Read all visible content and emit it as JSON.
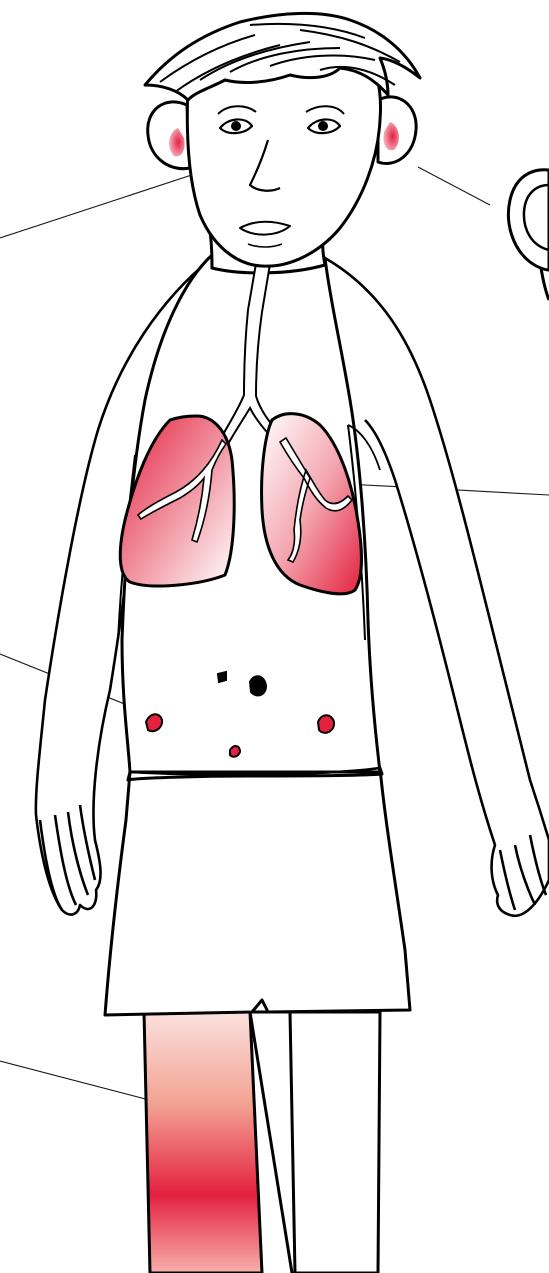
{
  "figure": {
    "subject": "child-body-outline",
    "labels": [],
    "highlighted_regions": [
      {
        "id": "ear-left",
        "icon": "ear-icon"
      },
      {
        "id": "ear-right",
        "icon": "ear-icon"
      },
      {
        "id": "lungs",
        "icon": "lungs-icon"
      },
      {
        "id": "abdomen-spots",
        "icon": "spot-icon"
      },
      {
        "id": "leg",
        "icon": "leg-icon"
      },
      {
        "id": "inhaler",
        "icon": "inhaler-icon"
      }
    ],
    "colors": {
      "outline": "#000000",
      "highlight_deep": "#e4213f",
      "highlight_light": "#fbe0de",
      "ear_pink": "#f28aa0",
      "background": "#ffffff"
    }
  }
}
